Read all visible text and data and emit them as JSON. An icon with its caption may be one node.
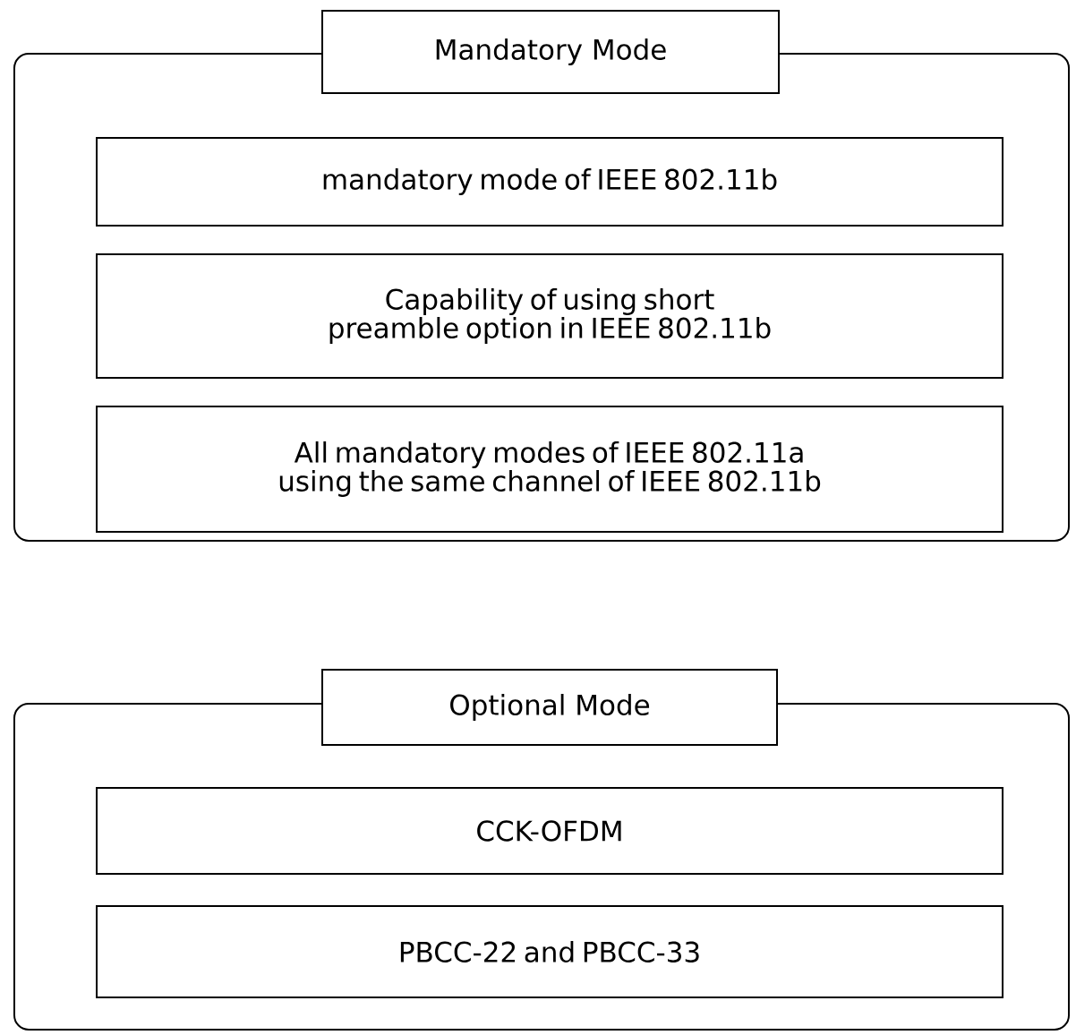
{
  "diagram": {
    "nodes": [
      {
        "text": [
          "Mandatory Mode"
        ]
      },
      {
        "text": [
          "mandatory mode of IEEE 802.11b"
        ],
        "in": 0
      },
      {
        "text": [
          "Capability of using short preamble option in IEEE 802.11b"
        ],
        "in": 0
      },
      {
        "text": [
          "All mandatory modes of IEEE 802.11a using the same channel of IEEE 802.11b"
        ],
        "in": 0
      },
      {
        "text": [
          "Optional Mode"
        ]
      },
      {
        "text": [
          "CCK-OFDM"
        ],
        "in": 4
      },
      {
        "text": [
          "PBCC-22 and PBCC-33"
        ],
        "in": 4
      }
    ]
  }
}
